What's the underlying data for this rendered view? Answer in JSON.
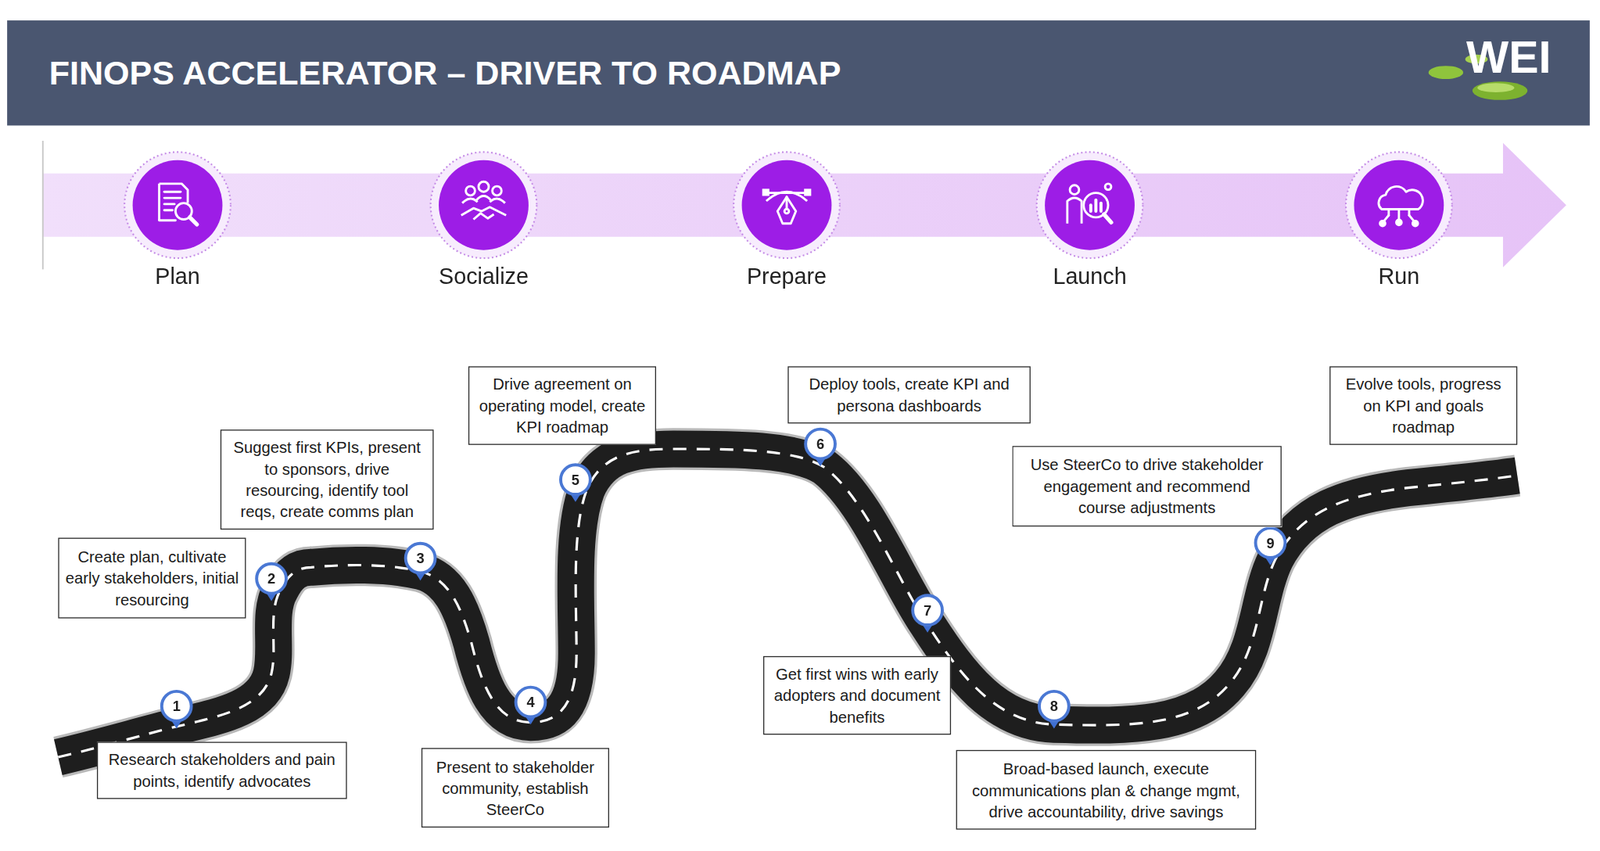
{
  "diagram": {
    "title": "FINOPS ACCELERATOR – DRIVER TO ROADMAP",
    "nodes": [
      {
        "text": [
          "Plan"
        ]
      },
      {
        "text": [
          "Socialize"
        ]
      },
      {
        "text": [
          "Prepare"
        ]
      },
      {
        "text": [
          "Launch"
        ]
      },
      {
        "text": [
          "Run"
        ]
      },
      {
        "text": [
          "1"
        ]
      },
      {
        "text": [
          "Research stakeholders and pain points, identify advocates"
        ]
      },
      {
        "text": [
          "2"
        ]
      },
      {
        "text": [
          "Create plan, cultivate early stakeholders, initial resourcing"
        ]
      },
      {
        "text": [
          "3"
        ]
      },
      {
        "text": [
          "Suggest first KPIs, present to sponsors, drive resourcing, identify tool reqs, create comms plan"
        ]
      },
      {
        "text": [
          "4"
        ]
      },
      {
        "text": [
          "Present to stakeholder community, establish SteerCo"
        ]
      },
      {
        "text": [
          "5"
        ]
      },
      {
        "text": [
          "Drive agreement on operating model, create KPI roadmap"
        ]
      },
      {
        "text": [
          "6"
        ]
      },
      {
        "text": [
          "Deploy tools, create KPI and persona dashboards"
        ]
      },
      {
        "text": [
          "7"
        ]
      },
      {
        "text": [
          "Get first wins with early adopters and document benefits"
        ]
      },
      {
        "text": [
          "8"
        ]
      },
      {
        "text": [
          "Broad-based launch, execute communications plan & change mgmt, drive accountability, drive savings"
        ]
      },
      {
        "text": [
          "9"
        ]
      },
      {
        "text": [
          "Use SteerCo to drive stakeholder engagement and recommend course adjustments"
        ]
      },
      {
        "text": [
          "Evolve tools, progress on KPI and goals roadmap"
        ]
      }
    ],
    "labels": [
      "WEI"
    ]
  }
}
